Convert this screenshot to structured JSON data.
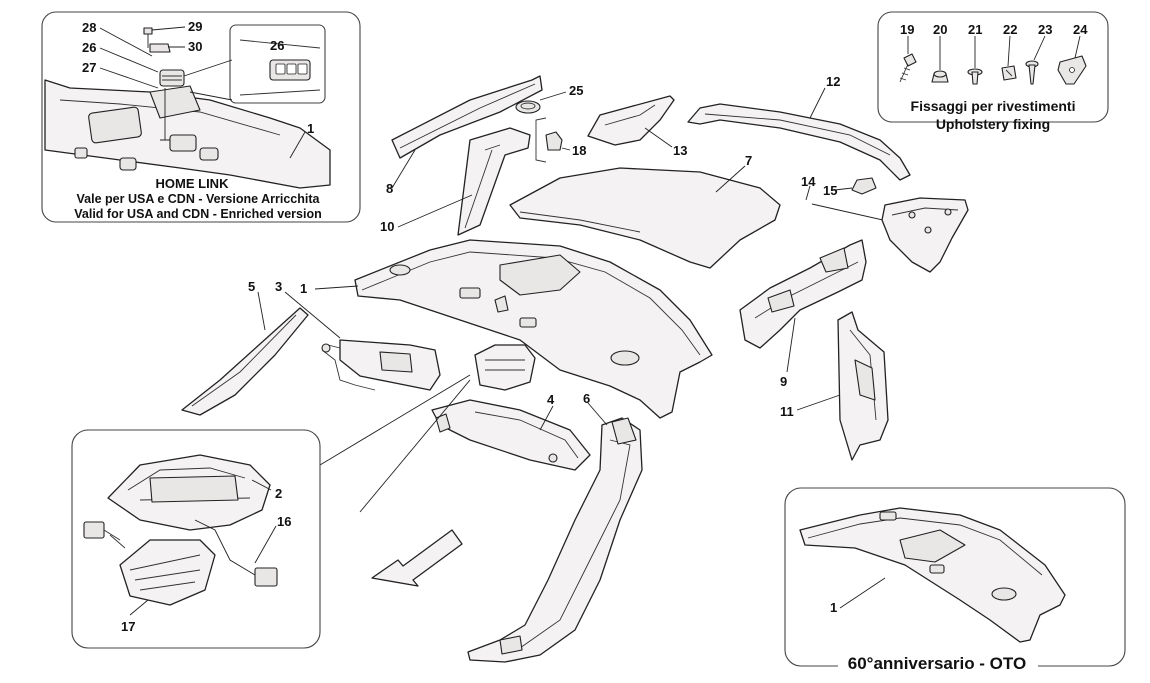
{
  "numbers": {
    "n1": "1",
    "n2": "2",
    "n3": "3",
    "n4": "4",
    "n5": "5",
    "n6": "6",
    "n7": "7",
    "n8": "8",
    "n9": "9",
    "n10": "10",
    "n11": "11",
    "n12": "12",
    "n13": "13",
    "n14": "14",
    "n15": "15",
    "n16": "16",
    "n17": "17",
    "n18": "18",
    "n19": "19",
    "n20": "20",
    "n21": "21",
    "n22": "22",
    "n23": "23",
    "n24": "24",
    "n25": "25",
    "n26": "26",
    "n27": "27",
    "n28": "28",
    "n29": "29",
    "n30": "30"
  },
  "homelink": {
    "title": "HOME LINK",
    "line_it": "Vale per USA e CDN - Versione Arricchita",
    "line_en": "Valid for USA and CDN - Enriched version"
  },
  "fixings": {
    "title_it": "Fissaggi per rivestimenti",
    "title_en": "Upholstery fixing"
  },
  "anniversary": {
    "title": "60°anniversario - OTO"
  }
}
